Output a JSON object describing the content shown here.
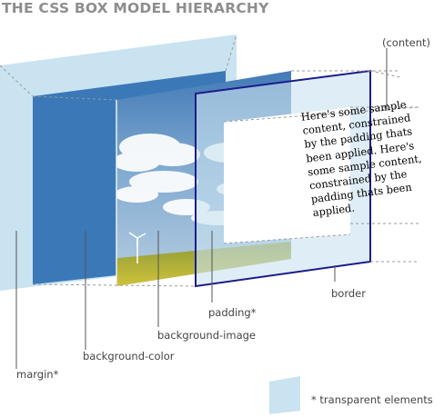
{
  "title": "THE CSS BOX MODEL HIERARCHY",
  "labels": {
    "content": "(content)",
    "border": "border",
    "padding": "padding*",
    "background_image": "background-image",
    "background_color": "background-color",
    "margin": "margin*"
  },
  "sample_text": "Here's some sample content, constrained by the padding thats been applied. Here's some sample content, constrained by the padding thats been applied.",
  "legend": {
    "text": "* transparent elements"
  },
  "colors": {
    "title": "#8e8e8e",
    "margin_layer": "#c9e3f0",
    "background_color_layer": "#3b78b8",
    "border": "#1c1c8a",
    "guide_lines": "#999999"
  }
}
